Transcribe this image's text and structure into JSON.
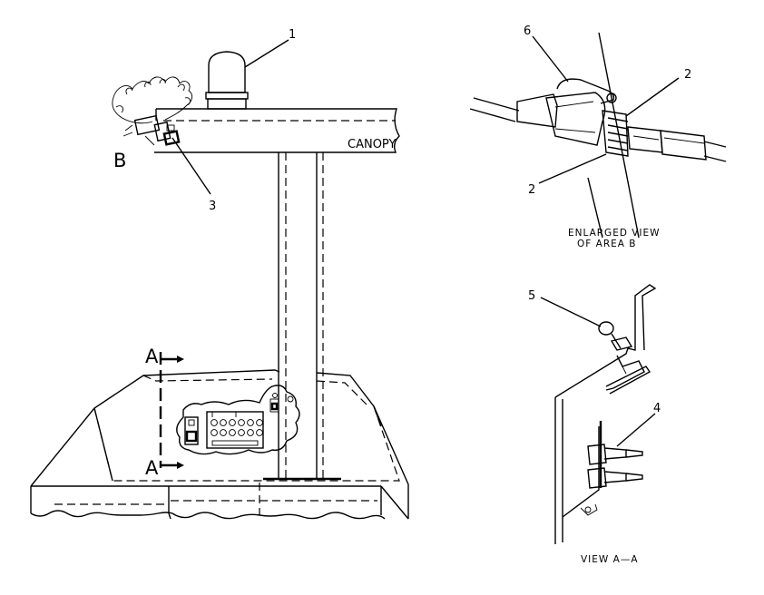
{
  "labels": {
    "callout_1": "1",
    "callout_2_top": "2",
    "callout_2_bottom": "2",
    "callout_3": "3",
    "callout_4": "4",
    "callout_5": "5",
    "callout_6": "6",
    "area_b": "B",
    "section_a_top": "A",
    "section_a_bottom": "A",
    "canopy": "CANOPY"
  },
  "captions": {
    "enlarged_line1": "ENLARGED VIEW",
    "enlarged_line2": "OF AREA B",
    "view_aa": "VIEW A—A"
  }
}
